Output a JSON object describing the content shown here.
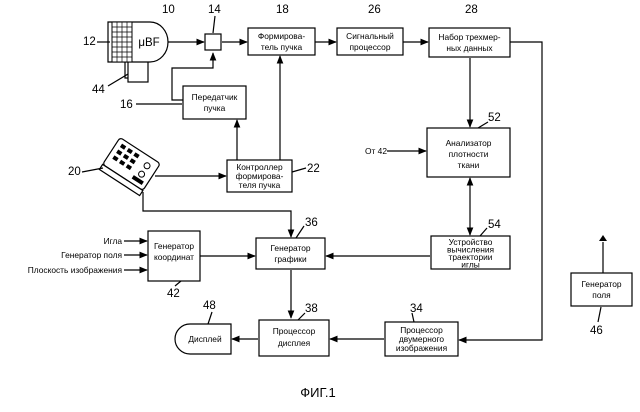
{
  "figure": {
    "caption": "ФИГ.1",
    "colors": {
      "line": "#000000",
      "background": "#ffffff"
    },
    "references": {
      "probe": "10",
      "array": "12",
      "summing_node": "14",
      "transmitter": "16",
      "beamformer": "18",
      "user_panel": "20",
      "beamformer_controller": "22",
      "signal_processor": "26",
      "volume_data": "28",
      "display_processor": "38",
      "graphics_generator": "36",
      "image_2d": "34",
      "coord_gen": "42",
      "ref_44": "44",
      "field_gen": "46",
      "display": "48",
      "analyzer": "52",
      "trajectory": "54"
    },
    "blocks": {
      "probe_label": "μBF",
      "transmitter": [
        "Передатчик",
        "пучка"
      ],
      "beamformer": [
        "Формирова-",
        "тель пучка"
      ],
      "signal_processor": [
        "Сигнальный",
        "процессор"
      ],
      "volume_data": [
        "Набор трехмер-",
        "ных данных"
      ],
      "analyzer": [
        "Анализатор",
        "плотности",
        "ткани"
      ],
      "beamformer_controller": [
        "Контроллер",
        "формирова-",
        "теля пучка"
      ],
      "coord_gen": [
        "Генератор",
        "координат"
      ],
      "graphics_gen": [
        "Генератор",
        "графики"
      ],
      "trajectory": [
        "Устройство",
        "вычисления",
        "траектории",
        "иглы"
      ],
      "field_gen": [
        "Генератор",
        "поля"
      ],
      "display_processor": [
        "Процессор",
        "дисплея"
      ],
      "image_2d": [
        "Процессор",
        "двумерного",
        "изображения"
      ],
      "display": "Дисплей"
    },
    "inputs": {
      "from_42": "От 42",
      "needle": "Игла",
      "field_generator": "Генератор поля",
      "image_plane": "Плоскость изображения"
    }
  }
}
